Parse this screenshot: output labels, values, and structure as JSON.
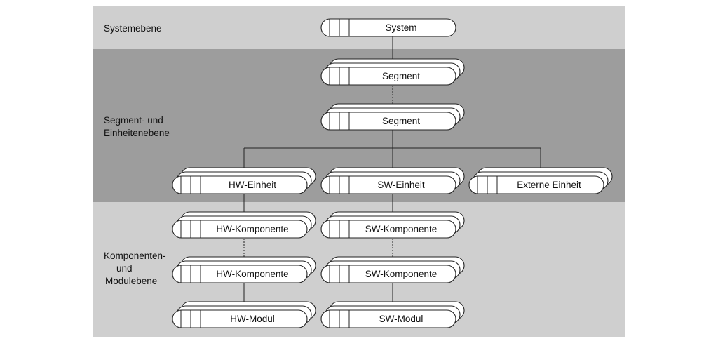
{
  "colors": {
    "band_light": "#cfcfcf",
    "band_dark": "#9d9d9d",
    "page": "#ffffff",
    "node_fill": "#ffffff",
    "stroke": "#222222"
  },
  "levels": {
    "system": [
      "Systemebene"
    ],
    "segment": [
      "Segment- und",
      "Einheitenebene"
    ],
    "module": [
      "Komponenten-",
      "und",
      "Modulebene"
    ]
  },
  "nodes": {
    "system": "System",
    "segment_1": "Segment",
    "segment_2": "Segment",
    "hw_unit": "HW-Einheit",
    "sw_unit": "SW-Einheit",
    "ext_unit": "Externe Einheit",
    "hw_comp_1": "HW-Komponente",
    "sw_comp_1": "SW-Komponente",
    "hw_comp_2": "HW-Komponente",
    "sw_comp_2": "SW-Komponente",
    "hw_module": "HW-Modul",
    "sw_module": "SW-Modul"
  }
}
